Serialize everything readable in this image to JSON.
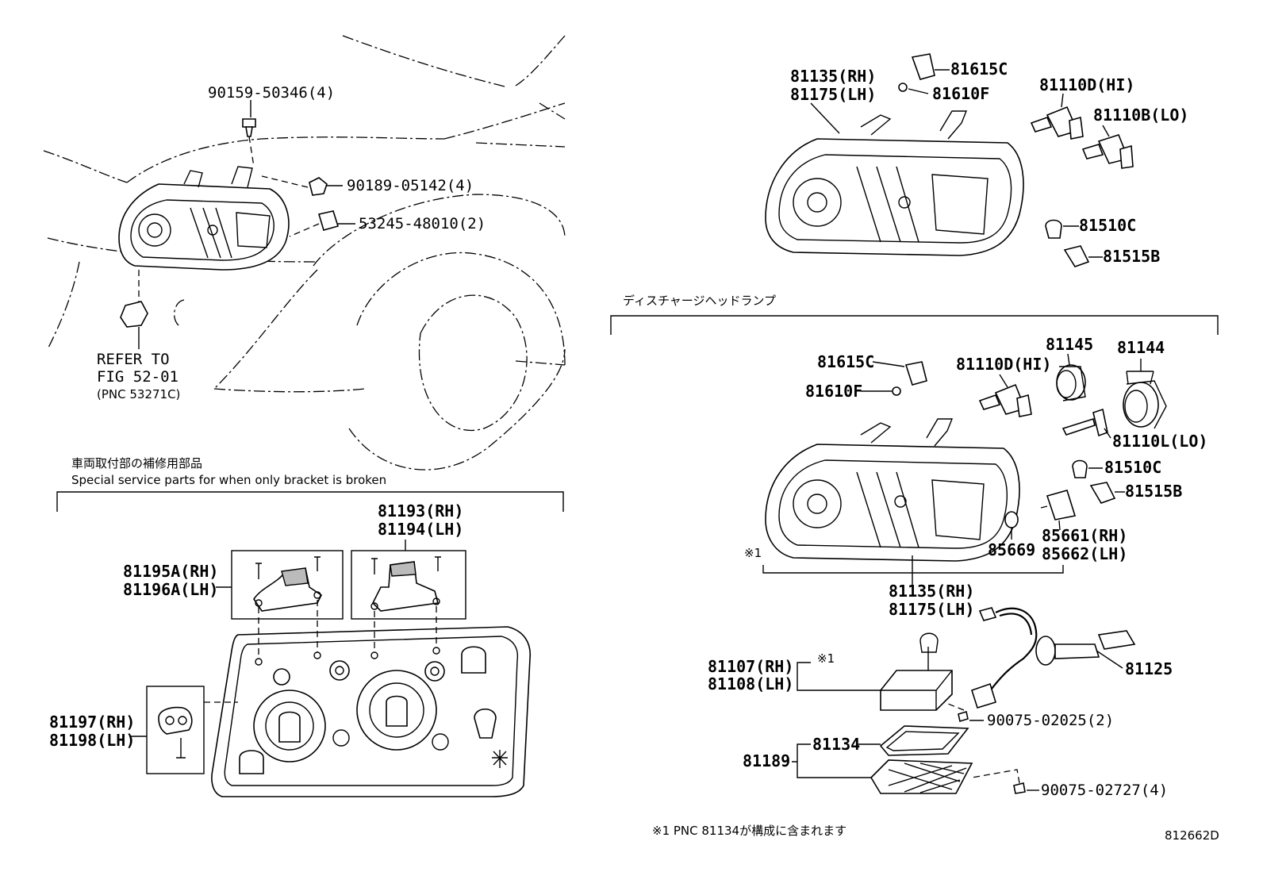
{
  "labels": {
    "p90159": "90159-50346(4)",
    "p90189": "90189-05142(4)",
    "p53245": "53245-48010(2)",
    "refer1": "REFER TO",
    "refer2": "FIG 52-01",
    "refer3": "(PNC 53271C)",
    "jp_bracket": "車両取付部の補修用部品",
    "en_bracket": "Special service parts for when only bracket is broken",
    "p81193": "81193(RH)",
    "p81194": "81194(LH)",
    "p81195": "81195A(RH)",
    "p81196": "81196A(LH)",
    "p81197": "81197(RH)",
    "p81198": "81198(LH)",
    "top_81135": "81135(RH)",
    "top_81175": "81175(LH)",
    "top_81615": "81615C",
    "top_81610": "81610F",
    "top_81110d": "81110D(HI)",
    "top_81110b": "81110B(LO)",
    "top_81510": "81510C",
    "top_81515": "81515B",
    "jp_discharge": "ディスチャージヘッドランプ",
    "d_81615": "81615C",
    "d_81610": "81610F",
    "d_81110d": "81110D(HI)",
    "d_81145": "81145",
    "d_81144": "81144",
    "d_81110l": "81110L(LO)",
    "d_81510": "81510C",
    "d_81515": "81515B",
    "d_85661": "85661(RH)",
    "d_85662": "85662(LH)",
    "d_85669": "85669",
    "note_mark": "※1",
    "d_81135": "81135(RH)",
    "d_81175": "81175(LH)",
    "d_81107": "81107(RH)",
    "d_81108": "81108(LH)",
    "d_mark": "※1",
    "d_81125": "81125",
    "d_90075a": "90075-02025(2)",
    "d_81134": "81134",
    "d_81189": "81189",
    "d_90075b": "90075-02727(4)",
    "footnote": "※1 PNC 81134が構成に含まれます",
    "diagram_id": "812662D"
  }
}
